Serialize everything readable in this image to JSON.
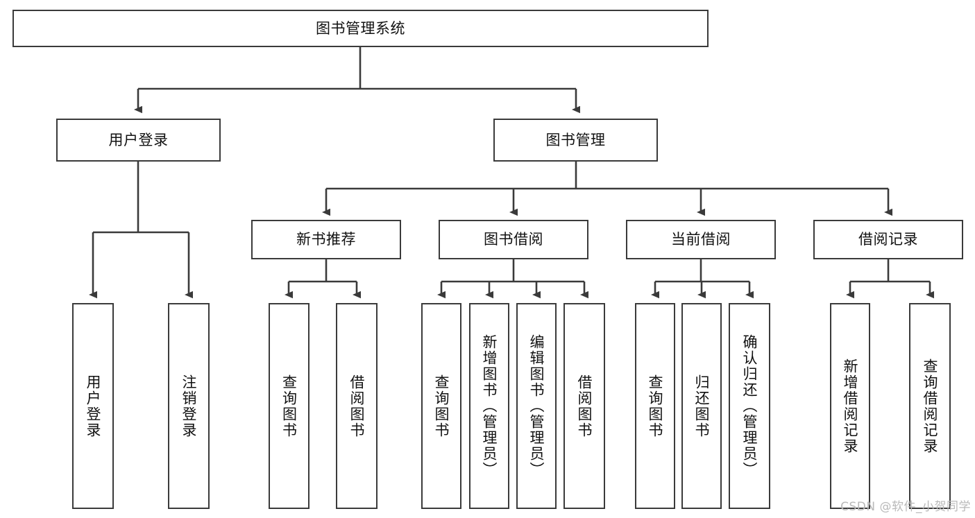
{
  "diagram": {
    "type": "tree-hierarchy",
    "title": "图书管理系统",
    "root": {
      "id": "root",
      "label": "图书管理系统"
    },
    "level2": [
      {
        "id": "user-login",
        "label": "用户登录"
      },
      {
        "id": "book-manage",
        "label": "图书管理"
      }
    ],
    "level3": [
      {
        "id": "new-book-recommend",
        "label": "新书推荐",
        "parent": "book-manage"
      },
      {
        "id": "book-borrow",
        "label": "图书借阅",
        "parent": "book-manage"
      },
      {
        "id": "current-borrow",
        "label": "当前借阅",
        "parent": "book-manage"
      },
      {
        "id": "borrow-record",
        "label": "借阅记录",
        "parent": "book-manage"
      }
    ],
    "leaves": [
      {
        "id": "leaf-user-login",
        "label": "用户登录",
        "parent": "user-login"
      },
      {
        "id": "leaf-user-logout",
        "label": "注销登录",
        "parent": "user-login"
      },
      {
        "id": "leaf-query-book-1",
        "label": "查询图书",
        "parent": "new-book-recommend"
      },
      {
        "id": "leaf-borrow-book-1",
        "label": "借阅图书",
        "parent": "new-book-recommend"
      },
      {
        "id": "leaf-query-book-2",
        "label": "查询图书",
        "parent": "book-borrow"
      },
      {
        "id": "leaf-add-book",
        "label": "新增图书（管理员）",
        "parent": "book-borrow"
      },
      {
        "id": "leaf-edit-book",
        "label": "编辑图书（管理员）",
        "parent": "book-borrow"
      },
      {
        "id": "leaf-borrow-book-2",
        "label": "借阅图书",
        "parent": "book-borrow"
      },
      {
        "id": "leaf-query-book-3",
        "label": "查询图书",
        "parent": "current-borrow"
      },
      {
        "id": "leaf-return-book",
        "label": "归还图书",
        "parent": "current-borrow"
      },
      {
        "id": "leaf-confirm-return",
        "label": "确认归还（管理员）",
        "parent": "current-borrow"
      },
      {
        "id": "leaf-add-record",
        "label": "新增借阅记录",
        "parent": "borrow-record"
      },
      {
        "id": "leaf-query-record",
        "label": "查询借阅记录",
        "parent": "borrow-record"
      }
    ],
    "colors": {
      "stroke": "#3a3a3a",
      "fill": "#ffffff",
      "text": "#111111",
      "watermark": "#b9b9b9"
    }
  },
  "watermark": {
    "text": "CSDN @软件_小贺同学"
  }
}
